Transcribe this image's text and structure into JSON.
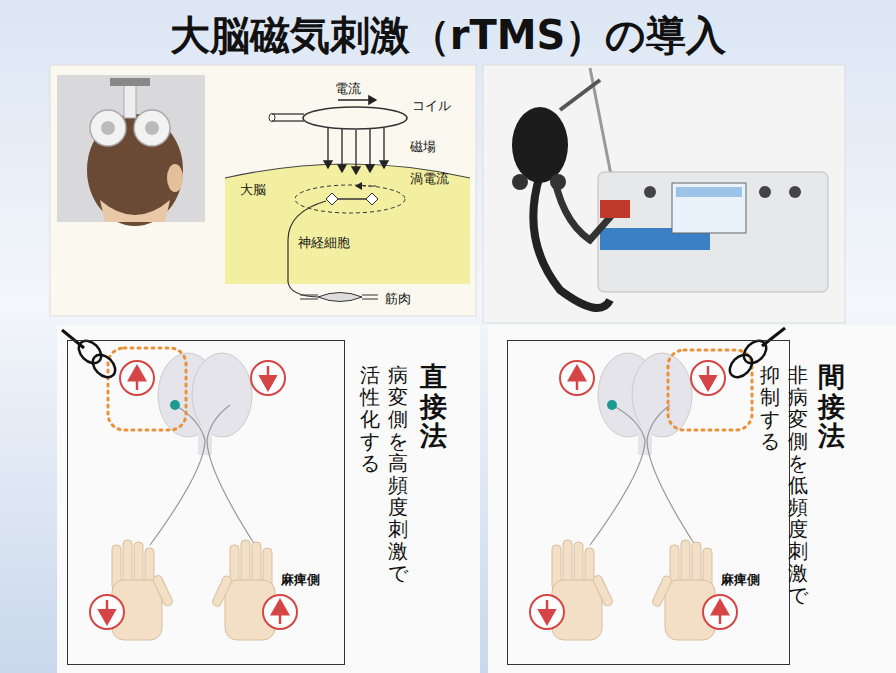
{
  "diagram": {
    "title": "大脳磁気刺激（rTMS）の導入",
    "nodes": [
      {
        "text": [
          "麻痺側"
        ]
      },
      {
        "text": [
          "麻痺側"
        ]
      }
    ],
    "labels": [
      "電流",
      "コイル",
      "磁場",
      "大脳",
      "渦電流",
      "神経細胞",
      "筋肉",
      "直接法",
      "病変側を高頻度刺激で活性化する",
      "間接法",
      "非病変側を低頻度刺激で抑制する"
    ]
  }
}
